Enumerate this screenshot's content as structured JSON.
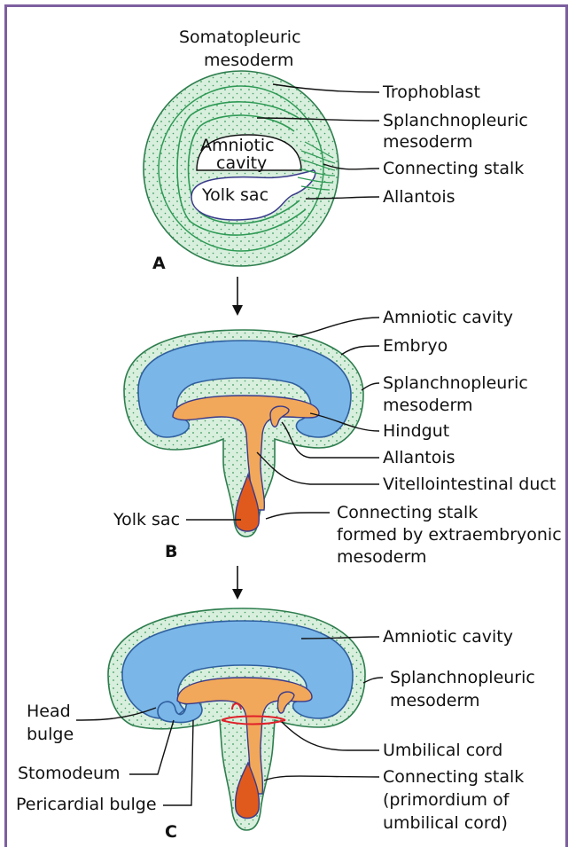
{
  "panels": {
    "a": {
      "letter": "A",
      "labels": {
        "somatopleuric_1": "Somatopleuric",
        "somatopleuric_2": "mesoderm",
        "trophoblast": "Trophoblast",
        "splanchno_1": "Splanchnopleuric",
        "splanchno_2": "mesoderm",
        "connecting_stalk": "Connecting stalk",
        "allantois": "Allantois",
        "amniotic_1": "Amniotic",
        "amniotic_2": "cavity",
        "yolk_sac": "Yolk sac"
      }
    },
    "b": {
      "letter": "B",
      "labels": {
        "amniotic_cavity": "Amniotic cavity",
        "embryo": "Embryo",
        "splanchno_1": "Splanchnopleuric",
        "splanchno_2": "mesoderm",
        "hindgut": "Hindgut",
        "allantois": "Allantois",
        "vitello": "Vitellointestinal duct",
        "yolk_sac": "Yolk sac",
        "stalk_1": "Connecting stalk",
        "stalk_2": "formed by extraembryonic",
        "stalk_3": "mesoderm"
      }
    },
    "c": {
      "letter": "C",
      "labels": {
        "amniotic_cavity": "Amniotic cavity",
        "splanchno_1": "Splanchnopleuric",
        "splanchno_2": "mesoderm",
        "head_1": "Head",
        "head_2": "bulge",
        "stomodeum": "Stomodeum",
        "pericardial": "Pericardial bulge",
        "umbilical_cord": "Umbilical cord",
        "stalk_1": "Connecting stalk",
        "stalk_2": "(primordium of",
        "stalk_3": "umbilical cord)"
      }
    }
  },
  "colors": {
    "frame": "#7d5fa0",
    "mesoderm": "#d8efdd",
    "amnion": "#7ab6e8",
    "gut": "#f2a85a",
    "stalk": "#e05a1e",
    "cord_ring": "#e0202a"
  }
}
